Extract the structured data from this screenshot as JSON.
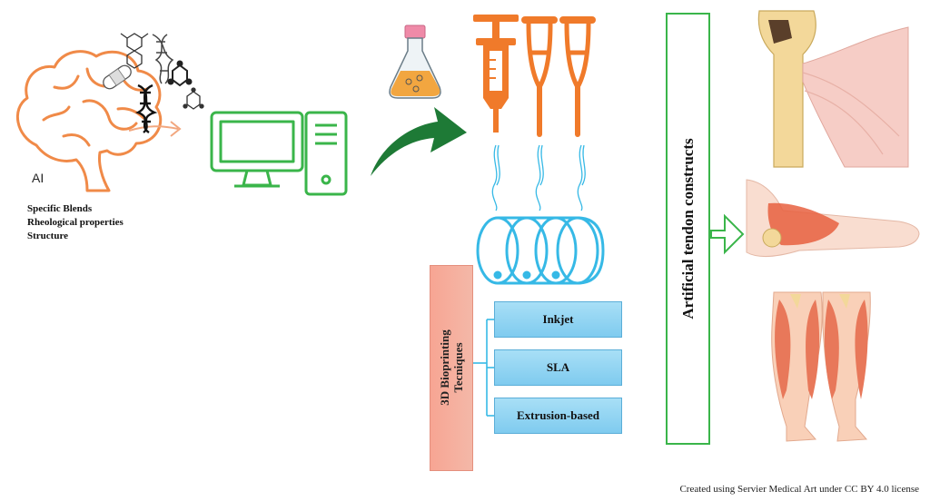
{
  "ai": {
    "label": "AI",
    "notes": [
      "Specific Blends",
      "Rheological properties",
      "Structure"
    ]
  },
  "bioprinting": {
    "title_lines": [
      "3D Bioprinting",
      "Tecniques"
    ],
    "methods": [
      "Inkjet",
      "SLA",
      "Extrusion-based"
    ]
  },
  "result": {
    "title": "Artificial tendon constructs"
  },
  "credit": "Created using Servier Medical Art under CC BY 4.0 license",
  "colors": {
    "brain": "#f08a48",
    "computer": "#3ab54a",
    "arrow": "#1e7a36",
    "devices": "#f07a2a",
    "scaffold": "#36b9e6",
    "tech_box": "#f7a593",
    "method_box": "#8fd3f2",
    "result_border": "#3ab54a"
  },
  "icons": [
    "brain-icon",
    "molecule-icon",
    "dna-icon",
    "bandage-icon",
    "flask-icon",
    "computer-icon",
    "curved-arrow-icon",
    "syringe-icon",
    "crutch-icon",
    "scaffold-icon",
    "bone-tendon-icon",
    "arm-icon",
    "legs-icon"
  ]
}
